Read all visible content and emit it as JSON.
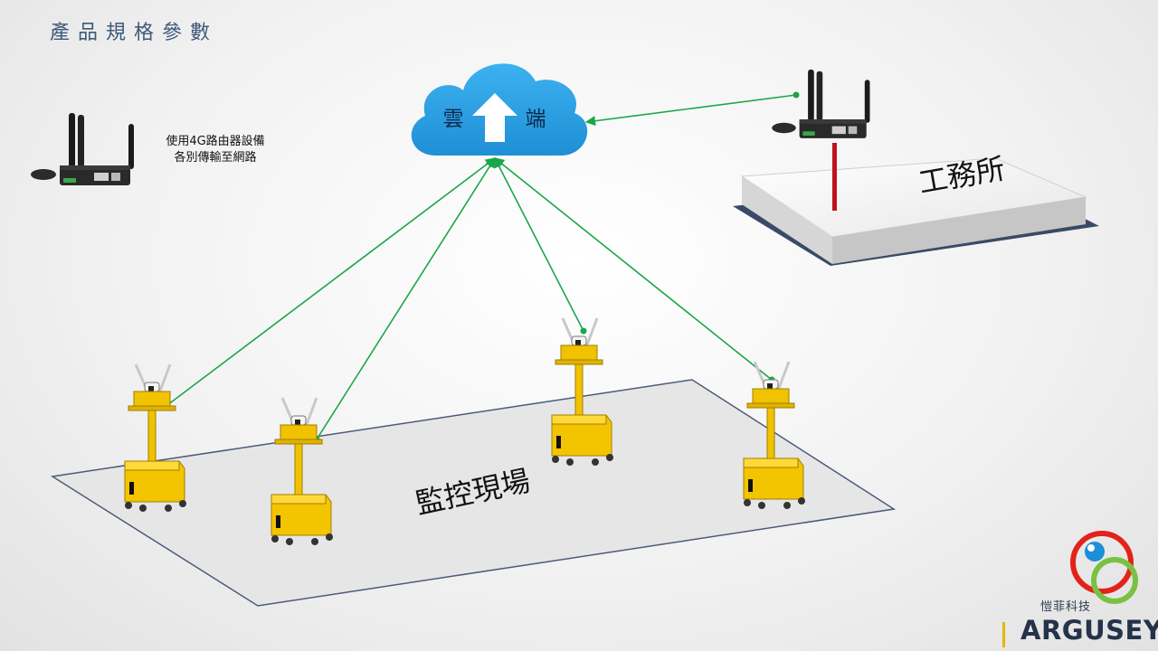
{
  "header": {
    "title": "產品規格參數"
  },
  "note": {
    "line1": "使用4G路由器設備",
    "line2": "各別傳輸至網路"
  },
  "cloud": {
    "left_label": "雲",
    "right_label": "端"
  },
  "office": {
    "label": "工務所"
  },
  "site": {
    "label": "監控現場"
  },
  "brand": {
    "name_cn": "愷菲科技",
    "name_en": "ARGUSEYE"
  },
  "colors": {
    "link_green": "#1aa64a",
    "cloud_blue": "#2aa0e6",
    "unit_yellow": "#f0c200",
    "title_blue": "#3d5a7a",
    "brand_red": "#e2231a",
    "brand_green": "#7ac142",
    "brand_blue": "#1c8fd8"
  },
  "icons": {
    "cloud": "cloud-upload-icon",
    "router": "4g-router-icon",
    "camera_unit": "camera-tower-icon",
    "logo": "arguseye-logo-icon"
  }
}
